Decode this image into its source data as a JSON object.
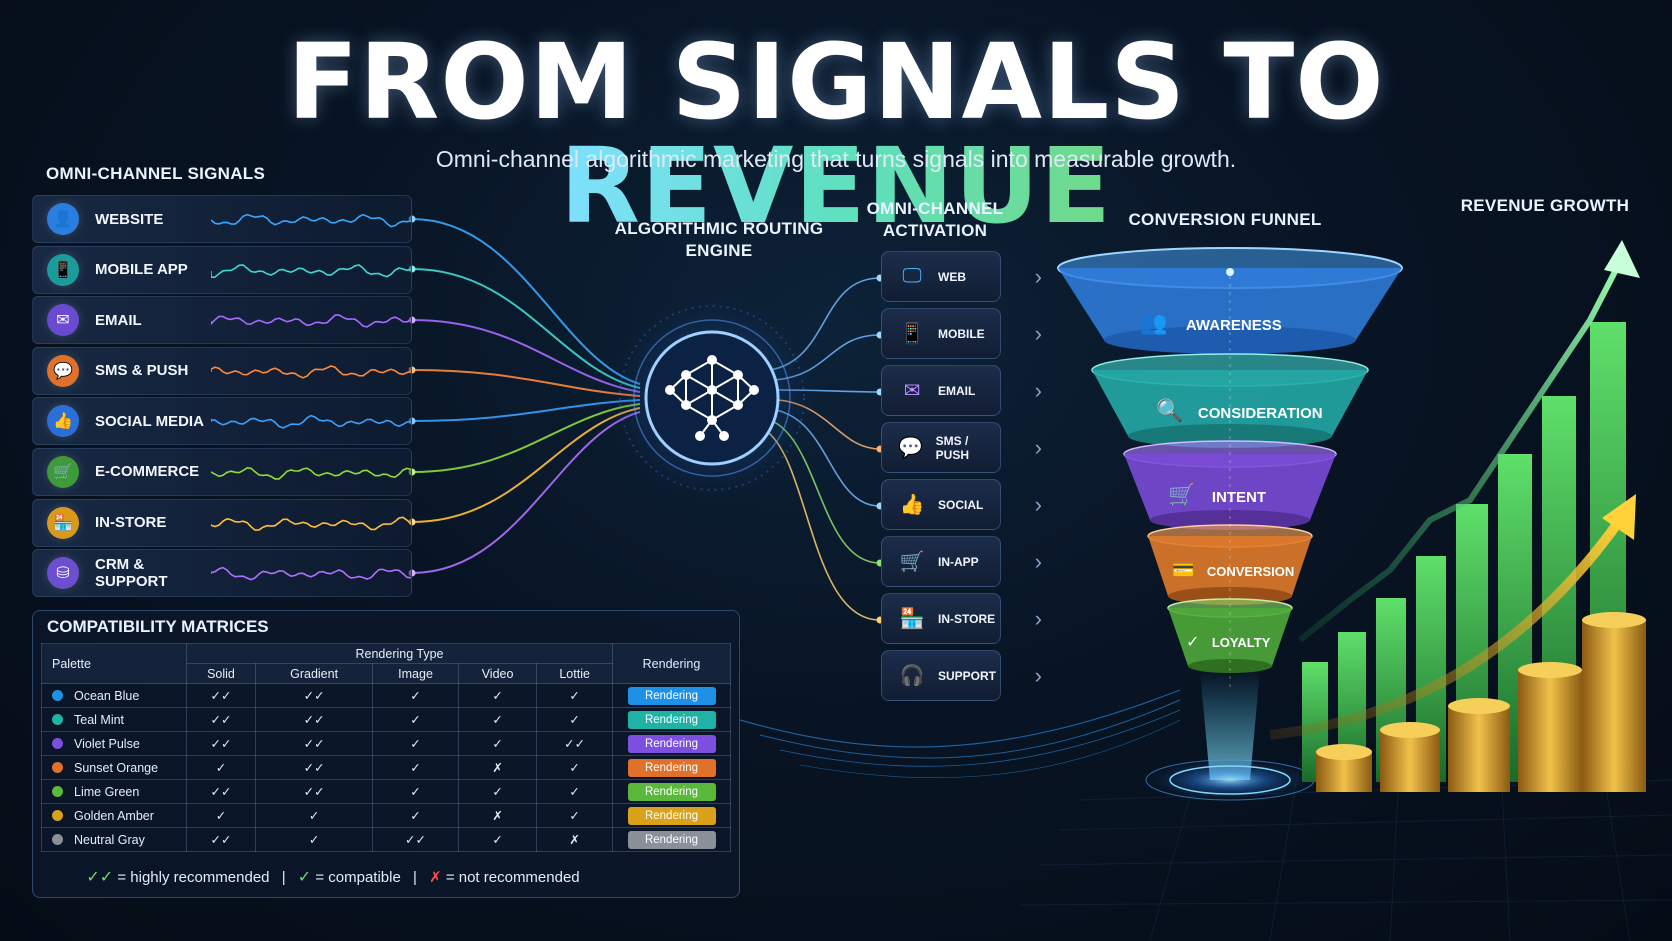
{
  "title": {
    "main": "FROM SIGNALS TO",
    "accent": "REVENUE"
  },
  "subtitle": "Omni-channel algorithmic marketing that turns signals into measurable growth.",
  "signals": {
    "heading": "OMNI-CHANNEL SIGNALS",
    "items": [
      {
        "label": "WEBSITE",
        "icon": "user-icon",
        "color": "#2b7de0",
        "wave": "#38a7ff"
      },
      {
        "label": "MOBILE APP",
        "icon": "mobile-icon",
        "color": "#1b9c9a",
        "wave": "#3fd8d0"
      },
      {
        "label": "EMAIL",
        "icon": "mail-icon",
        "color": "#6a4ad0",
        "wave": "#a66bff"
      },
      {
        "label": "SMS & PUSH",
        "icon": "chat-icon",
        "color": "#e0702a",
        "wave": "#ff8a3a"
      },
      {
        "label": "SOCIAL MEDIA",
        "icon": "thumbs-up-icon",
        "color": "#2a70d8",
        "wave": "#3aa0ff"
      },
      {
        "label": "E-COMMERCE",
        "icon": "cart-icon",
        "color": "#3f9a3a",
        "wave": "#8fdc3a"
      },
      {
        "label": "IN-STORE",
        "icon": "store-icon",
        "color": "#d99a1a",
        "wave": "#ffc038"
      },
      {
        "label": "CRM & SUPPORT",
        "icon": "database-icon",
        "color": "#6b4fd0",
        "wave": "#b070ff"
      }
    ]
  },
  "engine": {
    "label": "ALGORITHMIC ROUTING ENGINE"
  },
  "activation": {
    "heading": "OMNI-CHANNEL ACTIVATION",
    "items": [
      {
        "label": "WEB",
        "icon": "monitor-icon",
        "color": "#47b4ff"
      },
      {
        "label": "MOBILE",
        "icon": "mobile-icon",
        "color": "#47b4ff"
      },
      {
        "label": "EMAIL",
        "icon": "mail-icon",
        "color": "#b98bff"
      },
      {
        "label": "SMS / PUSH",
        "icon": "chat-icon",
        "color": "#ff8a3a"
      },
      {
        "label": "SOCIAL",
        "icon": "thumbs-up-icon",
        "color": "#47a4ff"
      },
      {
        "label": "IN-APP",
        "icon": "cart-icon",
        "color": "#7fe04a"
      },
      {
        "label": "IN-STORE",
        "icon": "store-icon",
        "color": "#ffb838"
      },
      {
        "label": "SUPPORT",
        "icon": "headset-icon",
        "color": "#c9d6ea"
      }
    ]
  },
  "funnel": {
    "heading": "CONVERSION FUNNEL",
    "stages": [
      {
        "label": "AWARENESS",
        "icon": "users-icon",
        "color": "#2f7fe0"
      },
      {
        "label": "CONSIDERATION",
        "icon": "magnifier-icon",
        "color": "#23a8a6"
      },
      {
        "label": "INTENT",
        "icon": "cart-icon",
        "color": "#7a4ad6"
      },
      {
        "label": "CONVERSION",
        "icon": "card-icon",
        "color": "#e07a2a"
      },
      {
        "label": "LOYALTY",
        "icon": "check-circle-icon",
        "color": "#4faa3a"
      }
    ]
  },
  "revenue": {
    "heading": "REVENUE GROWTH"
  },
  "matrix": {
    "title": "COMPATIBILITY MATRICES",
    "col_palette": "Palette",
    "col_group": "Rendering Type",
    "col_rendering": "Rendering",
    "types": [
      "Solid",
      "Gradient",
      "Image",
      "Video",
      "Lottie"
    ],
    "rows": [
      {
        "name": "Ocean Blue",
        "color": "#1e90e8",
        "cells": [
          "✓✓",
          "✓✓",
          "✓",
          "✓",
          "✓"
        ],
        "button": "Rendering"
      },
      {
        "name": "Teal Mint",
        "color": "#1fb3a8",
        "cells": [
          "✓✓",
          "✓✓",
          "✓",
          "✓",
          "✓"
        ],
        "button": "Rendering"
      },
      {
        "name": "Violet Pulse",
        "color": "#7c4fe0",
        "cells": [
          "✓✓",
          "✓✓",
          "✓",
          "✓",
          "✓✓"
        ],
        "button": "Rendering"
      },
      {
        "name": "Sunset Orange",
        "color": "#e0702a",
        "cells": [
          "✓",
          "✓✓",
          "✓",
          "✗",
          "✓"
        ],
        "button": "Rendering"
      },
      {
        "name": "Lime Green",
        "color": "#5ab83a",
        "cells": [
          "✓✓",
          "✓✓",
          "✓",
          "✓",
          "✓"
        ],
        "button": "Rendering"
      },
      {
        "name": "Golden Amber",
        "color": "#d9a21a",
        "cells": [
          "✓",
          "✓",
          "✓",
          "✗",
          "✓"
        ],
        "button": "Rendering"
      },
      {
        "name": "Neutral Gray",
        "color": "#8a8f98",
        "cells": [
          "✓✓",
          "✓",
          "✓✓",
          "✓",
          "✗"
        ],
        "button": "Rendering"
      }
    ],
    "legend": {
      "double": "✓✓",
      "double_text": "= highly recommended",
      "sep": "|",
      "single": "✓",
      "single_text": "= compatible",
      "cross": "✗",
      "cross_text": "= not recommended"
    }
  }
}
